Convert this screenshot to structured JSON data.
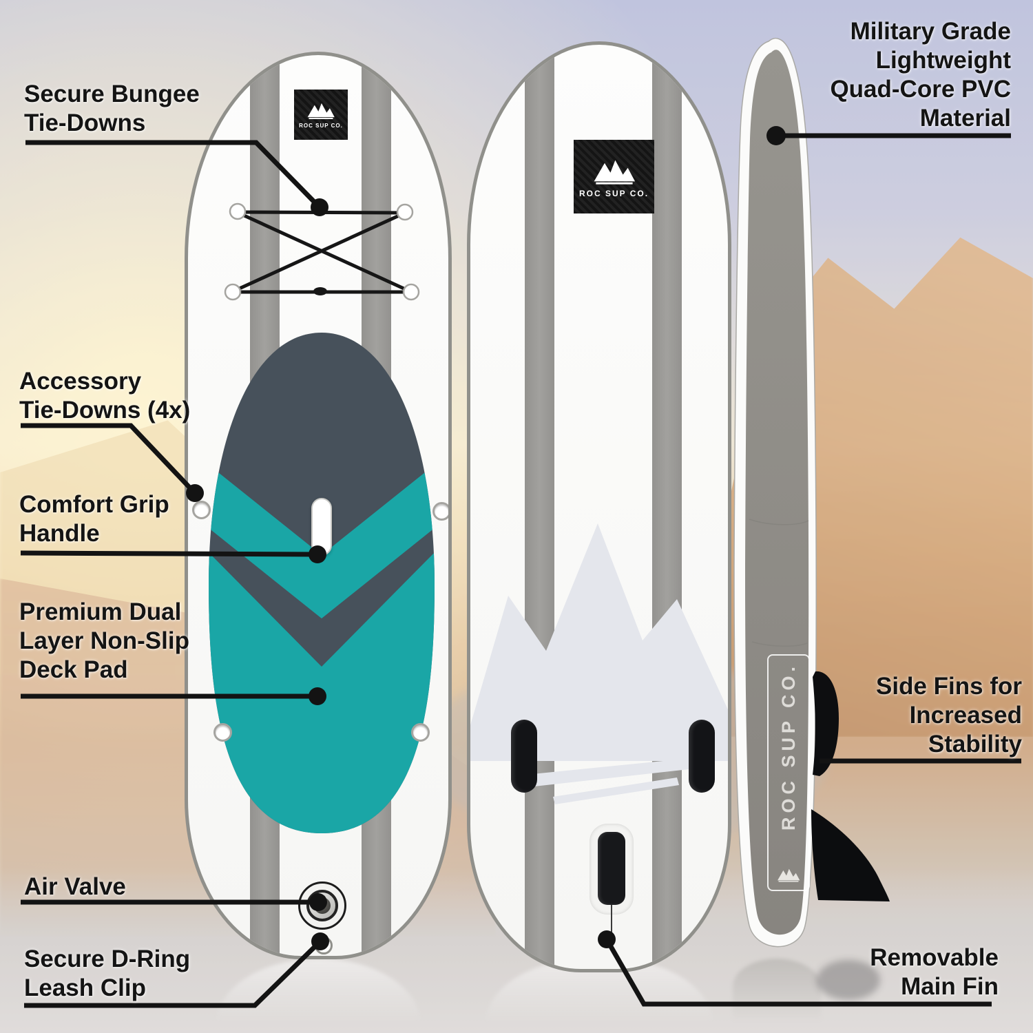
{
  "brand": {
    "name": "ROC SUP CO."
  },
  "callouts": {
    "secure_bungee": "Secure Bungee\nTie-Downs",
    "military_pvc": "Military Grade\nLightweight\nQuad-Core PVC\nMaterial",
    "accessory_tiedowns": "Accessory\nTie-Downs (4x)",
    "comfort_handle": "Comfort Grip\nHandle",
    "deck_pad": "Premium Dual\nLayer Non-Slip\nDeck Pad",
    "air_valve": "Air Valve",
    "dring_leash": "Secure D-Ring\nLeash Clip",
    "side_fins": "Side Fins for\nIncreased\nStability",
    "main_fin": "Removable\nMain Fin"
  },
  "colors": {
    "accent_teal": "#1aa6a6",
    "deck_pad_charcoal": "#47515b",
    "board_stripe_gray": "#9c9b99",
    "logo_patch_black": "#141414",
    "callout_text": "#141414"
  },
  "icons": {
    "brand_logo": "mountain-peaks"
  }
}
